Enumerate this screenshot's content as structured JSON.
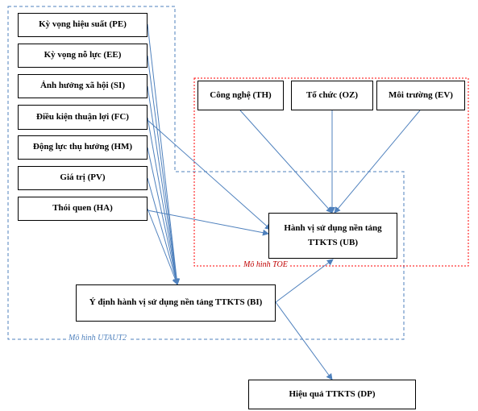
{
  "colors": {
    "frame_utaut2": "#4f81bd",
    "frame_toe": "#ff0000",
    "arrow": "#4f81bd",
    "box_border": "#000000"
  },
  "frames": {
    "utaut2_label": "Mô hình UTAUT2",
    "toe_label": "Mô hình TOE"
  },
  "nodes": {
    "pe": "Kỳ vọng hiệu suất (PE)",
    "ee": "Kỳ vọng nỗ lực (EE)",
    "si": "Ảnh hưởng xã hội (SI)",
    "fc": "Điều kiện thuận lợi (FC)",
    "hm": "Động lực thụ hưởng (HM)",
    "pv": "Giá trị (PV)",
    "ha": "Thói quen (HA)",
    "th": "Công nghệ (TH)",
    "oz": "Tổ chức (OZ)",
    "ev": "Môi trường (EV)",
    "ub": "Hành vị sử dụng nền tảng TTKTS (UB)",
    "bi": "Ý định hành vị sử dụng nền tảng TTKTS (BI)",
    "dp": "Hiệu quả TTKTS (DP)"
  }
}
